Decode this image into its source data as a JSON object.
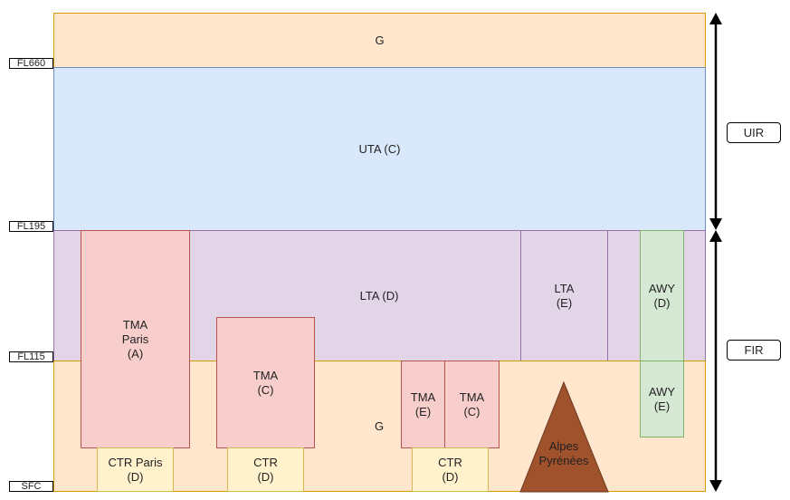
{
  "levels": {
    "fl660": "FL660",
    "fl195": "FL195",
    "fl115": "FL115",
    "sfc": "SFC"
  },
  "regions": {
    "uir": "UIR",
    "fir": "FIR"
  },
  "zones": {
    "g_top": "G",
    "uta": "UTA (C)",
    "lta_d": "LTA (D)",
    "lta_e": "LTA\n(E)",
    "g_bottom": "G",
    "tma_paris": "TMA\nParis\n(A)",
    "tma_c_1": "TMA\n(C)",
    "tma_e": "TMA\n(E)",
    "tma_c_2": "TMA\n(C)",
    "ctr_paris": "CTR Paris\n(D)",
    "ctr_2": "CTR\n(D)",
    "ctr_3": "CTR\n(D)",
    "awy_d": "AWY\n(D)",
    "awy_e": "AWY\n(E)",
    "mountains": "Alpes\nPyrénées"
  },
  "colors": {
    "class_g": "#ffe6cc",
    "upper": "#dae8fc",
    "lower": "#e1d5e7",
    "tma": "#f8cecc",
    "ctr": "#fff2cc",
    "awy": "#d5e8d4",
    "mountain": "#a0522d"
  }
}
